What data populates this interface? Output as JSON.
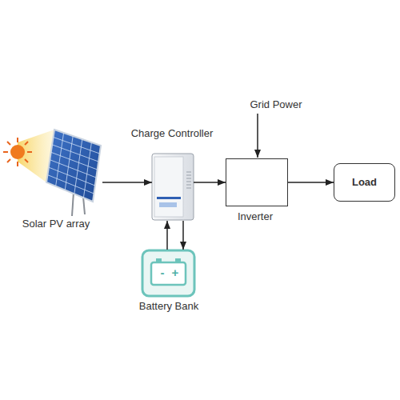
{
  "diagram": {
    "nodes": [
      {
        "text": [
          "Solar PV array"
        ]
      },
      {
        "text": [
          "Charge Controller"
        ]
      },
      {
        "text": [
          "Battery Bank"
        ]
      },
      {
        "text": [
          "Inverter"
        ]
      },
      {
        "text": [
          "Load"
        ]
      }
    ],
    "edges": [
      {
        "from": 0,
        "to": 1,
        "arrow": "to"
      },
      {
        "from": 1,
        "to": 2,
        "arrow": "to"
      },
      {
        "from": 2,
        "to": 1,
        "arrow": "to"
      },
      {
        "from": 1,
        "to": 3,
        "arrow": "to"
      },
      {
        "from": 3,
        "to": 4,
        "arrow": "to"
      }
    ],
    "labels": [
      "Grid Power",
      "-",
      "+"
    ]
  }
}
